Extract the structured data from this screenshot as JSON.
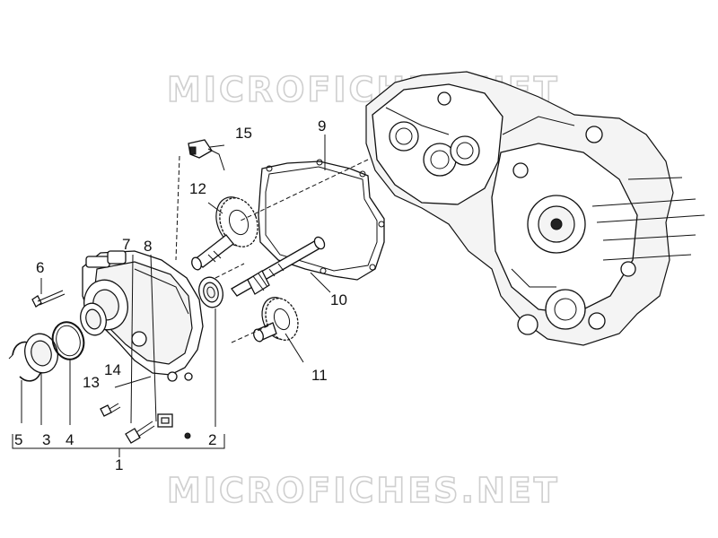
{
  "watermark": {
    "top_text": "MICROFICHES.NET",
    "bottom_text": "MICROFICHES.NET"
  },
  "callouts": {
    "c1": "1",
    "c2": "2",
    "c3": "3",
    "c4": "4",
    "c5": "5",
    "c6": "6",
    "c7": "7",
    "c8": "8",
    "c9": "9",
    "c10": "10",
    "c11": "11",
    "c12": "12",
    "c13": "13",
    "c14": "14",
    "c15": "15"
  }
}
